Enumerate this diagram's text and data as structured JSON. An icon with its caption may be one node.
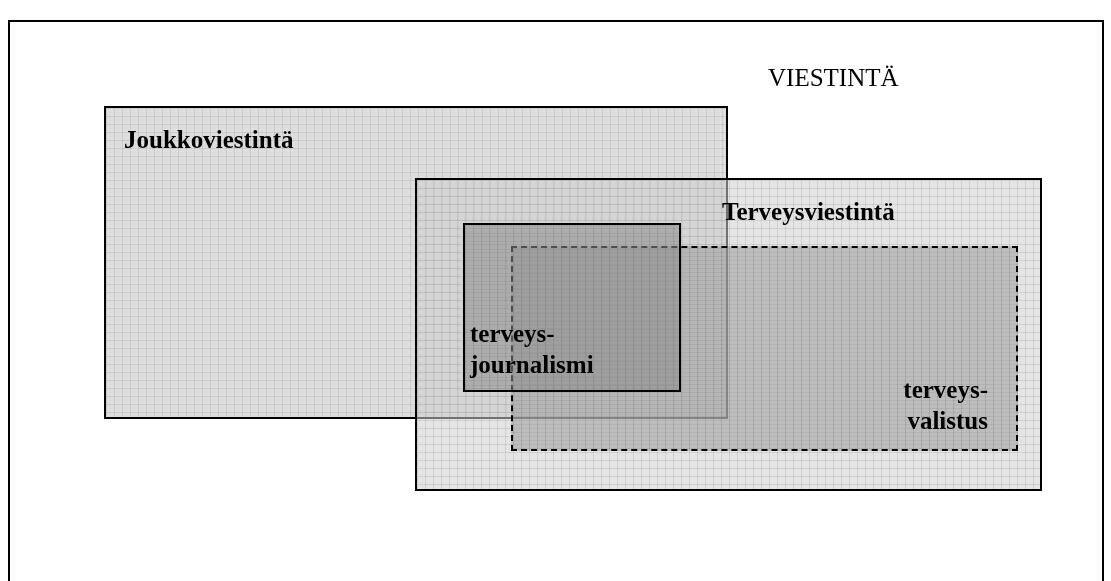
{
  "diagram": {
    "nodes": [
      {
        "text": [
          "VIESTINTÄ"
        ]
      },
      {
        "text": [
          "Joukkoviestintä"
        ],
        "in": 0
      },
      {
        "text": [
          "Terveysviestintä"
        ],
        "in": 0
      },
      {
        "text": [
          "terveys- journalismi"
        ]
      },
      {
        "text": [
          "terveys- valistus"
        ],
        "in": 2
      }
    ]
  }
}
